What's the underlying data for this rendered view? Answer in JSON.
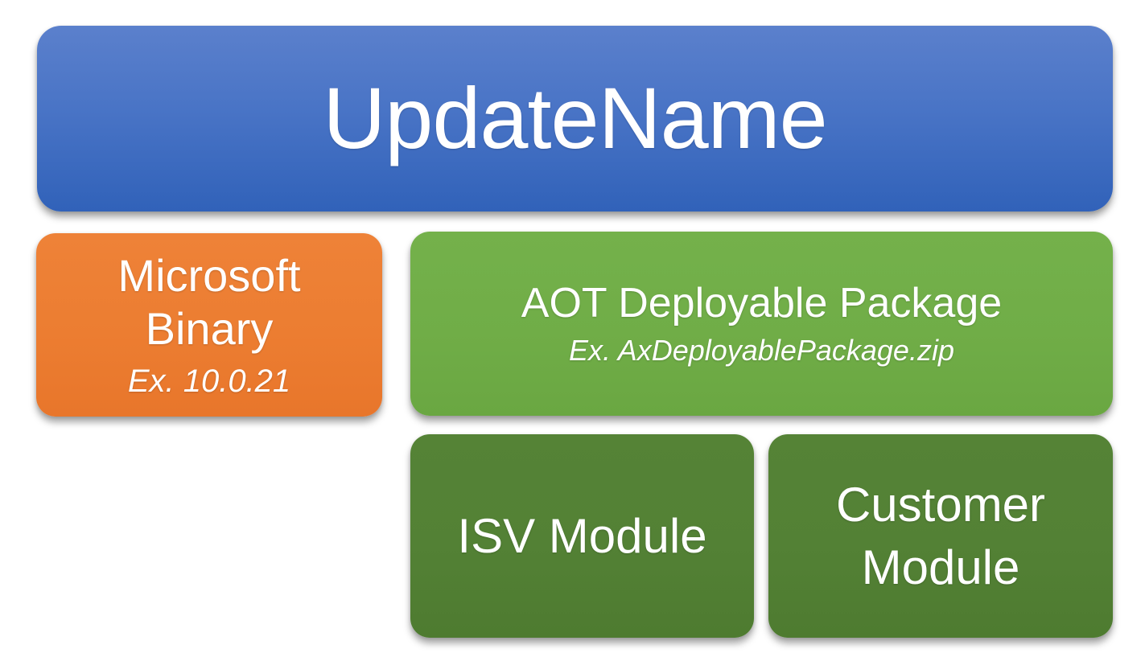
{
  "diagram": {
    "update_name": {
      "label": "UpdateName",
      "color_top": "#5b80cc",
      "color_bottom": "#3162b9"
    },
    "microsoft_binary": {
      "title": "Microsoft Binary",
      "subtitle": "Ex. 10.0.21",
      "color": "#ed7d31"
    },
    "aot_package": {
      "title": "AOT Deployable Package",
      "subtitle": "Ex. AxDeployablePackage.zip",
      "color": "#70ad47"
    },
    "isv_module": {
      "title": "ISV Module",
      "color": "#538135"
    },
    "customer_module": {
      "title": "Customer Module",
      "color": "#538135"
    },
    "text_color": "#ffffff",
    "background_color": "#ffffff"
  }
}
